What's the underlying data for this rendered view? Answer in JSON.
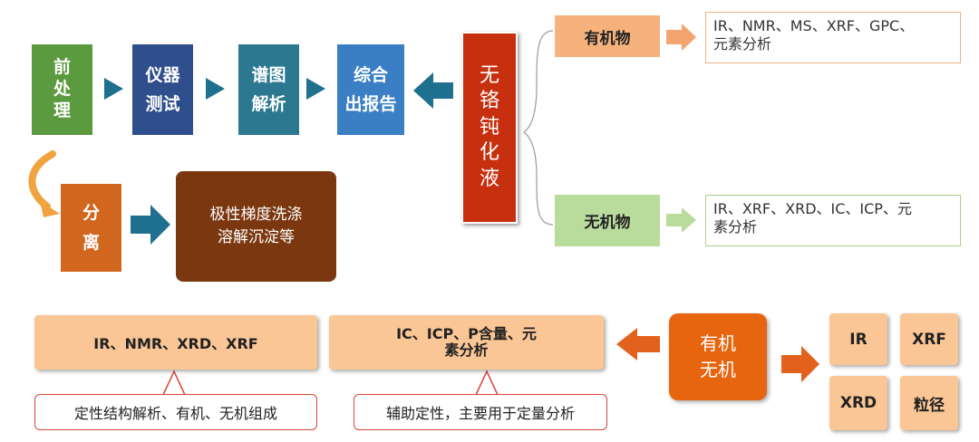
{
  "flow": {
    "pretreatment": [
      "前",
      "处",
      "理"
    ],
    "instrument_test": [
      "仪器",
      "测试"
    ],
    "spectrum_analysis": [
      "谱图",
      "解析"
    ],
    "report": [
      "综合",
      "出报告"
    ],
    "separation": [
      "分",
      "离"
    ],
    "separation_methods": [
      "极性梯度洗涤",
      "溶解沉淀等"
    ]
  },
  "sample": {
    "chars": [
      "无",
      "铬",
      "钝",
      "化",
      "液"
    ]
  },
  "branches": {
    "organic": {
      "label": "有机物",
      "methods": [
        "IR、NMR、MS、XRF、GPC、",
        "元素分析"
      ]
    },
    "inorganic": {
      "label": "无机物",
      "methods": [
        "IR、XRF、XRD、IC、ICP、元",
        "素分析"
      ]
    }
  },
  "bottom": {
    "left_box": "IR、NMR、XRD、XRF",
    "left_callout": "定性结构解析、有机、无机组成",
    "mid_box": [
      "IC、ICP、P含量、元",
      "素分析"
    ],
    "mid_callout": "辅助定性，主要用于定量分析",
    "center": [
      "有机",
      "无机"
    ],
    "grid": [
      "IR",
      "XRF",
      "XRD",
      "粒径"
    ]
  },
  "colors": {
    "green": "#5b9a3e",
    "navy": "#2f4e8c",
    "teal": "#2d7891",
    "blue": "#3a7fc4",
    "orange": "#d1661f",
    "brown": "#7b3810",
    "red": "#c7300e",
    "peach": "#fbc695",
    "light_green": "#b9dc9d",
    "arrow_blue": "#1f6f8f",
    "arrow_orange": "#f08030"
  }
}
